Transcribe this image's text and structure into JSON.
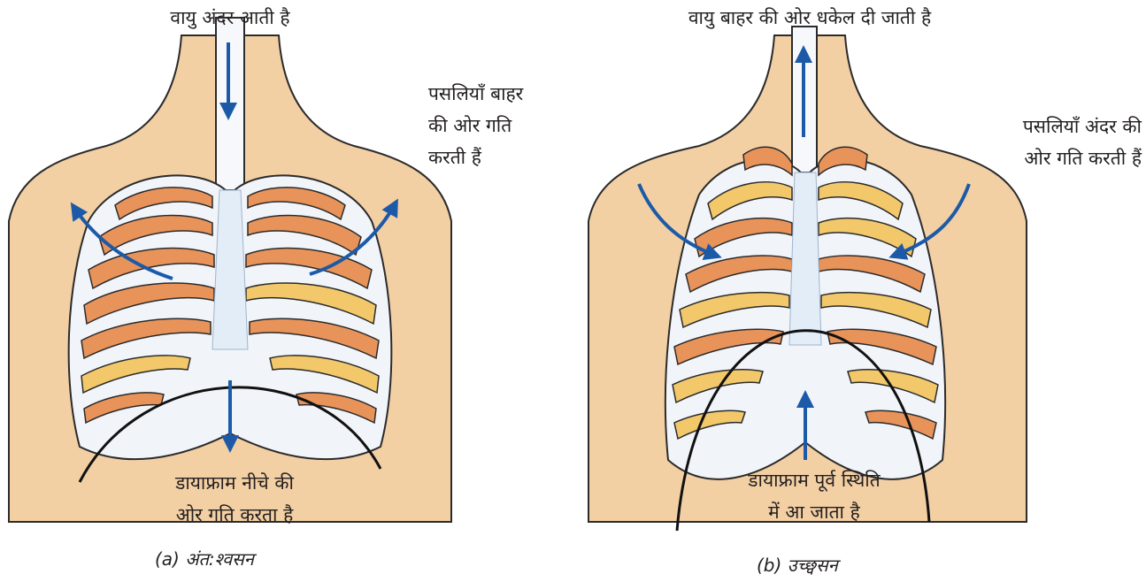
{
  "left_panel": {
    "air_label": "वायु अंदर आती है",
    "ribs_label": [
      "पसलियाँ बाहर",
      "की ओर गति",
      "करती हैं"
    ],
    "diaphragm_label": [
      "डायाफ्राम नीचे की",
      "ओर गति करता है"
    ],
    "caption": "(a) अंत:श्वसन"
  },
  "right_panel": {
    "air_label": "वायु बाहर की ओर धकेल दी जाती है",
    "ribs_label": [
      "पसलियाँ अंदर की",
      "ओर गति करती हैं"
    ],
    "diaphragm_label": [
      "डायाफ्राम पूर्व स्थिति",
      "में आ जाता है"
    ],
    "caption": "(b) उच्छ्वसन"
  },
  "colors": {
    "skin": "#f3cfa4",
    "skin_outline": "#2b2b2b",
    "rib_fill": "#f1f5fa",
    "lung_orange": "#e8935a",
    "lung_yellow": "#f2c86b",
    "sternum": "#e3edf7",
    "arrow": "#1c5aa8",
    "diaphragm": "#111111"
  }
}
